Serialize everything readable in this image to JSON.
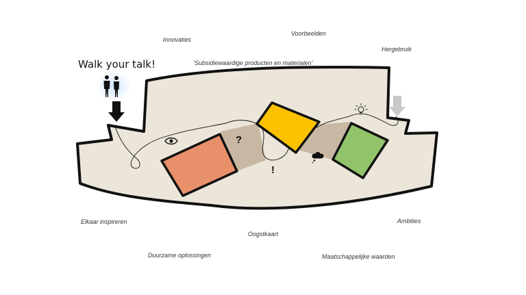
{
  "header": {
    "title": "Walk your talk!"
  },
  "labels": {
    "innovaties": "Innovaties",
    "voorbeelden": "Voorbeelden",
    "hergebruik": "Hergebruik",
    "subsidie": "‘Subsidiewaardige producten en materialen’",
    "elkaar": "Elkaar inspireren",
    "ambities": "Ambities",
    "oogstkaart": "Oogstkaart",
    "duurzame": "Duurzame oplossingen",
    "maatschappelijk": "Maatschappelijke waarden"
  },
  "symbols": {
    "question": "?",
    "exclamation": "!"
  },
  "icons": {
    "people": "people-icon",
    "arrow_in": "arrow-down-black-icon",
    "arrow_out": "arrow-down-grey-icon",
    "eye": "eye-icon",
    "bulb": "lightbulb-icon",
    "cloud": "thought-cloud-icon"
  },
  "colors": {
    "area_fill": "#ece6da",
    "outline": "#111111",
    "orange": "#e8906a",
    "yellow": "#fcc200",
    "green": "#92c36a",
    "bridge": "#c9b9a4",
    "arrow_grey": "#c8c8c8",
    "glow": "#cfe4ff"
  }
}
